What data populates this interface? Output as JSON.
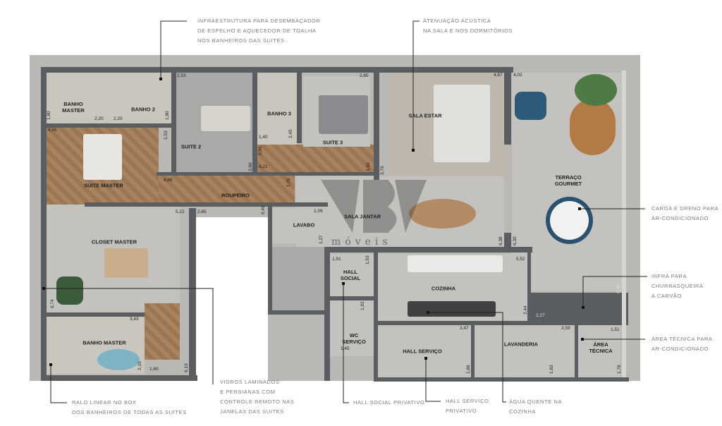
{
  "rooms": {
    "banho_master_top": "BANHO\nMASTER",
    "banho_2": "BANHO 2",
    "suite_master": "SUITE MASTER",
    "suite_2": "SUITE 2",
    "banho_3": "BANHO 3",
    "suite_3": "SUITE 3",
    "roupeiro": "ROUPEIRO",
    "closet_master": "CLOSET MASTER",
    "banho_master_bottom": "BANHO MASTER",
    "lavabo": "LAVABO",
    "sala_estar": "SALA ESTAR",
    "sala_jantar": "SALA JANTAR",
    "terraco_gourmet": "TERRAÇO\nGOURMET",
    "hall_social": "HALL\nSOCIAL",
    "wc_servico": "WC\nSERVIÇO",
    "cozinha": "COZINHA",
    "hall_servico": "HALL SERVIÇO",
    "lavanderia": "LAVANDERIA",
    "area_tecnica": "ÁREA\nTÉCNICA"
  },
  "dimensions": [
    "2,53",
    "2,65",
    "2,20",
    "2,20",
    "1,80",
    "1,80",
    "4,56",
    "1,53",
    "1,40",
    "2,45",
    "0,96",
    "3,60",
    "4,21",
    "3,60",
    "4,86",
    "1,05",
    "5,22",
    "2,65",
    "0,49",
    "1,09",
    "1,27",
    "3,76",
    "4,67",
    "4,02",
    "6,38",
    "6,30",
    "1,51",
    "1,53",
    "5,52",
    "1,92",
    "1,45",
    "3,43",
    "2,10",
    "1,60",
    "6,13",
    "6,74",
    "3,47",
    "2,44",
    "2,27",
    "3,59",
    "1,51",
    "6,09",
    "1,86",
    "1,83",
    "1,78"
  ],
  "annotations": {
    "desembacador": [
      "INFRAESTRUTURA PARA DESEMBAÇADOR",
      "DE ESPELHO E AQUECEDOR DE TOALHA",
      "NOS BANHEIROS DAS SUITES"
    ],
    "acustica": [
      "ATENUAÇÃO ACÚSTICA",
      "NA SALA E NOS DORMITÓRIOS"
    ],
    "carga_dreno": [
      "CARGA E DRENO PARA",
      "AR-CONDICIONADO"
    ],
    "churrasqueira": [
      "INFRA PARA",
      "CHURRASQUEIRA",
      "A CARVÃO"
    ],
    "area_tecnica": [
      "ÁREA TÉCNICA PARA",
      "AR-CONDICIONADO"
    ],
    "ralo": [
      "RALO LINEAR NO BOX",
      "DOS BANHEIROS DE TODAS AS SUITES"
    ],
    "vidros": [
      "VIDROS LAMINADOS",
      "E PERSIANAS COM",
      "CONTROLE REMOTO NAS",
      "JANELAS DAS SUITES"
    ],
    "hall_social": [
      "HALL SOCIAL PRIVATIVO"
    ],
    "hall_servico": [
      "HALL SERVIÇO",
      "PRIVATIVO"
    ],
    "agua_quente": [
      "ÁGUA QUENTE NA",
      "COZINHA"
    ]
  },
  "watermark": "móveis",
  "colors": {
    "wall": "#5b5e61",
    "wood": "#a98260",
    "concrete": "#b9b8b4",
    "annotation": "#7a7a7a"
  }
}
